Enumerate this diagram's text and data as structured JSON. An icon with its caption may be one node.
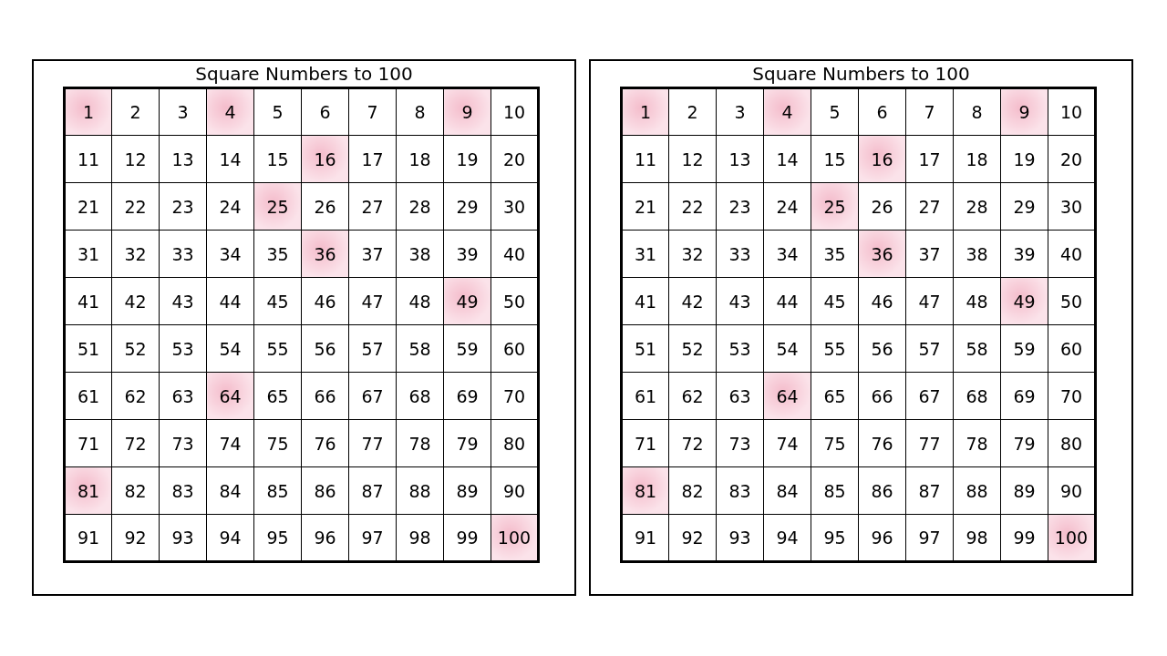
{
  "diagram": {
    "nodes": [
      {
        "text": [
          "Square Numbers to 100"
        ]
      },
      {
        "text": [
          "Square Numbers to 100"
        ]
      }
    ],
    "labels": [
      "1",
      "2",
      "3",
      "4",
      "5",
      "6",
      "7",
      "8",
      "9",
      "10",
      "11",
      "12",
      "13",
      "14",
      "15",
      "16",
      "17",
      "18",
      "19",
      "20",
      "21",
      "22",
      "23",
      "24",
      "25",
      "26",
      "27",
      "28",
      "29",
      "30",
      "31",
      "32",
      "33",
      "34",
      "35",
      "36",
      "37",
      "38",
      "39",
      "40",
      "41",
      "42",
      "43",
      "44",
      "45",
      "46",
      "47",
      "48",
      "49",
      "50",
      "51",
      "52",
      "53",
      "54",
      "55",
      "56",
      "57",
      "58",
      "59",
      "60",
      "61",
      "62",
      "63",
      "64",
      "65",
      "66",
      "67",
      "68",
      "69",
      "70",
      "71",
      "72",
      "73",
      "74",
      "75",
      "76",
      "77",
      "78",
      "79",
      "80",
      "81",
      "82",
      "83",
      "84",
      "85",
      "86",
      "87",
      "88",
      "89",
      "90",
      "91",
      "92",
      "93",
      "94",
      "95",
      "96",
      "97",
      "98",
      "99",
      "100",
      "1",
      "2",
      "3",
      "4",
      "5",
      "6",
      "7",
      "8",
      "9",
      "10",
      "11",
      "12",
      "13",
      "14",
      "15",
      "16",
      "17",
      "18",
      "19",
      "20",
      "21",
      "22",
      "23",
      "24",
      "25",
      "26",
      "27",
      "28",
      "29",
      "30",
      "31",
      "32",
      "33",
      "34",
      "35",
      "36",
      "37",
      "38",
      "39",
      "40",
      "41",
      "42",
      "43",
      "44",
      "45",
      "46",
      "47",
      "48",
      "49",
      "50",
      "51",
      "52",
      "53",
      "54",
      "55",
      "56",
      "57",
      "58",
      "59",
      "60",
      "61",
      "62",
      "63",
      "64",
      "65",
      "66",
      "67",
      "68",
      "69",
      "70",
      "71",
      "72",
      "73",
      "74",
      "75",
      "76",
      "77",
      "78",
      "79",
      "80",
      "81",
      "82",
      "83",
      "84",
      "85",
      "86",
      "87",
      "88",
      "89",
      "90",
      "91",
      "92",
      "93",
      "94",
      "95",
      "96",
      "97",
      "98",
      "99",
      "100"
    ]
  }
}
